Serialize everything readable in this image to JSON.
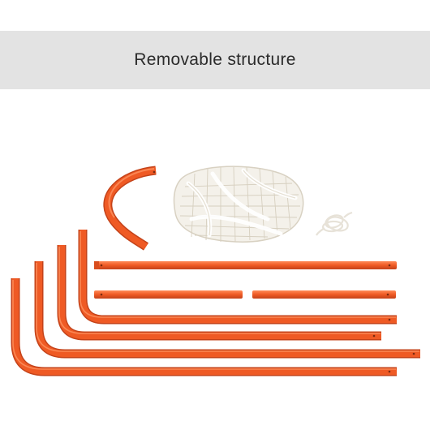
{
  "banner": {
    "title": "Removable structure"
  },
  "colors": {
    "tube": "#ef5a24",
    "tube_highlight": "#ff8a57",
    "tube_shadow": "#c4431a",
    "net": "#f3f0e8",
    "net_line": "#d9d3c6",
    "banner_bg": "#e3e3e3"
  },
  "parts": {
    "curved_connector_count": 1,
    "l_shaped_frame_count": 4,
    "straight_bar_count": 3,
    "net_count": 1,
    "rope_count": 1
  }
}
